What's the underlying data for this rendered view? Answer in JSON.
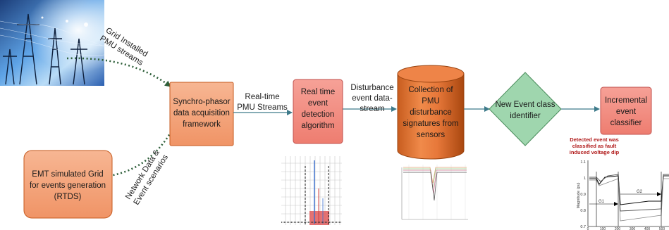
{
  "labels": {
    "grid_installed": [
      "Grid Installed",
      "PMU streams"
    ],
    "network_data": [
      "Network Data &",
      "Event scenarios"
    ],
    "realtime_streams": [
      "Real-time",
      "PMU Streams"
    ],
    "disturbance_stream": [
      "Disturbance",
      "event data-",
      "stream"
    ]
  },
  "boxes": {
    "synchrophasor": [
      "Synchro-phasor",
      "data acquisition",
      "framework"
    ],
    "emt_grid": [
      "EMT simulated Grid",
      "for events generation",
      "(RTDS)"
    ],
    "realtime_detection": [
      "Real time",
      "event",
      "detection",
      "algorithm"
    ],
    "collection": [
      "Collection of",
      "PMU",
      "disturbance",
      "signatures from",
      "sensors"
    ],
    "new_event_class": [
      "New Event class",
      "identifier"
    ],
    "incremental": [
      "Incremental",
      "event",
      "classifier"
    ]
  },
  "classified_plot": {
    "annotation": [
      "Detected event was",
      "classified as fault",
      "induced voltage dip"
    ],
    "ylabel": "Magnitude (pu)",
    "y_ticks": [
      "1.1",
      "1",
      "0.9",
      "0.8",
      "0.7"
    ],
    "x_ticks": [
      "0",
      "100",
      "200",
      "300",
      "400",
      "500"
    ],
    "g1": "G1",
    "g2": "G2"
  },
  "colors": {
    "orange_fill": "#f4a582",
    "orange_stroke": "#c65a1e",
    "pink_fill": "#f08a80",
    "pink_stroke": "#c0504d",
    "diamond_fill": "#9fd6ae",
    "diamond_stroke": "#4a8c5c",
    "arrow": "#3d7a8a",
    "dotted": "#2e5f3a"
  }
}
